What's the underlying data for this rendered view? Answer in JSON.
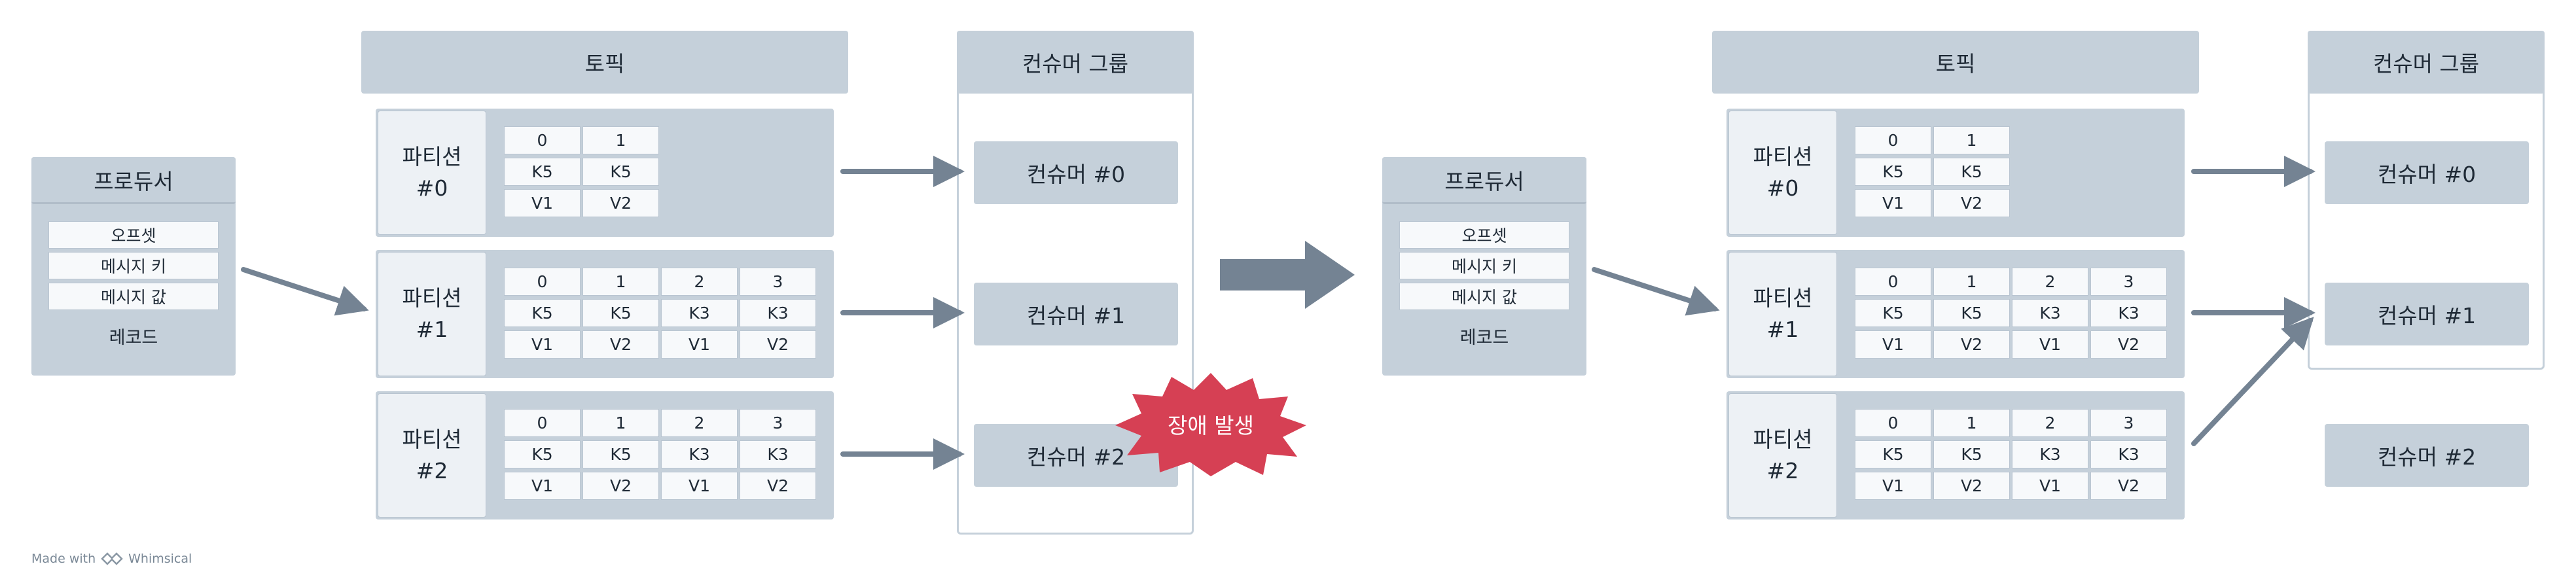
{
  "left": {
    "producer": {
      "title": "프로듀서",
      "fields": [
        "오프셋",
        "메시지 키",
        "메시지 값"
      ],
      "footer": "레코드"
    },
    "topic": {
      "title": "토픽"
    },
    "partitions": [
      {
        "label_line1": "파티션",
        "label_line2": "#0",
        "offsets": [
          "0",
          "1"
        ],
        "keys": [
          "K5",
          "K5"
        ],
        "values": [
          "V1",
          "V2"
        ]
      },
      {
        "label_line1": "파티션",
        "label_line2": "#1",
        "offsets": [
          "0",
          "1",
          "2",
          "3"
        ],
        "keys": [
          "K5",
          "K5",
          "K3",
          "K3"
        ],
        "values": [
          "V1",
          "V2",
          "V1",
          "V2"
        ]
      },
      {
        "label_line1": "파티션",
        "label_line2": "#2",
        "offsets": [
          "0",
          "1",
          "2",
          "3"
        ],
        "keys": [
          "K5",
          "K5",
          "K3",
          "K3"
        ],
        "values": [
          "V1",
          "V2",
          "V1",
          "V2"
        ]
      }
    ],
    "consumer_group": {
      "title": "컨슈머 그룹",
      "consumers": [
        "컨슈머 #0",
        "컨슈머 #1",
        "컨슈머 #2"
      ]
    },
    "failure_label": "장애 발생"
  },
  "right": {
    "producer": {
      "title": "프로듀서",
      "fields": [
        "오프셋",
        "메시지 키",
        "메시지 값"
      ],
      "footer": "레코드"
    },
    "topic": {
      "title": "토픽"
    },
    "partitions": [
      {
        "label_line1": "파티션",
        "label_line2": "#0",
        "offsets": [
          "0",
          "1"
        ],
        "keys": [
          "K5",
          "K5"
        ],
        "values": [
          "V1",
          "V2"
        ]
      },
      {
        "label_line1": "파티션",
        "label_line2": "#1",
        "offsets": [
          "0",
          "1",
          "2",
          "3"
        ],
        "keys": [
          "K5",
          "K5",
          "K3",
          "K3"
        ],
        "values": [
          "V1",
          "V2",
          "V1",
          "V2"
        ]
      },
      {
        "label_line1": "파티션",
        "label_line2": "#2",
        "offsets": [
          "0",
          "1",
          "2",
          "3"
        ],
        "keys": [
          "K5",
          "K5",
          "K3",
          "K3"
        ],
        "values": [
          "V1",
          "V2",
          "V1",
          "V2"
        ]
      }
    ],
    "consumer_group": {
      "title": "컨슈머 그룹",
      "consumers": [
        "컨슈머 #0",
        "컨슈머 #1"
      ]
    },
    "detached_consumer": "컨슈머 #2"
  },
  "footer": {
    "made_with": "Made with",
    "brand": "Whimsical"
  },
  "colors": {
    "box": "#c5d0da",
    "arrow": "#748393",
    "failure": "#d64054"
  }
}
